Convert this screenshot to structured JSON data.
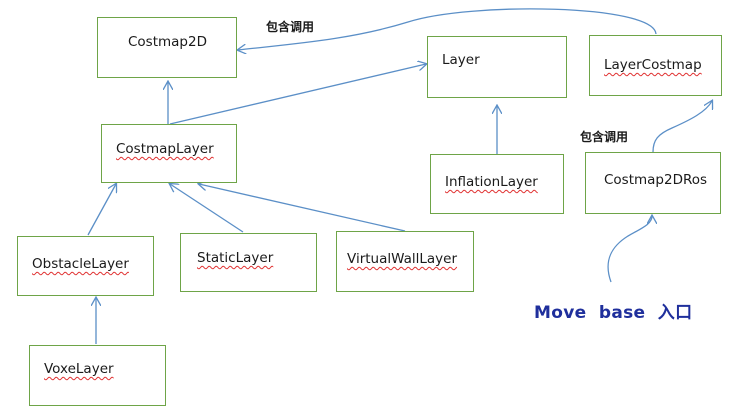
{
  "nodes": {
    "costmap2d": "Costmap2D",
    "layer": "Layer",
    "layer_costmap": "LayerCostmap",
    "costmap_layer": "CostmapLayer",
    "inflation_layer": "InflationLayer",
    "costmap2d_ros": "Costmap2DRos",
    "obstacle_layer": "ObstacleLayer",
    "static_layer": "StaticLayer",
    "virtual_wall_layer": "VirtualWallLayer",
    "voxe_layer": "VoxeLayer"
  },
  "annotations": {
    "contains_call_top": "包含调用",
    "contains_call_right": "包含调用",
    "move_base_entry": "Move  base  入口"
  },
  "colors": {
    "box_border": "#6ea447",
    "arrow": "#5b8fc7",
    "entry_text": "#1f2f9c",
    "spell_underline": "#e03030"
  }
}
